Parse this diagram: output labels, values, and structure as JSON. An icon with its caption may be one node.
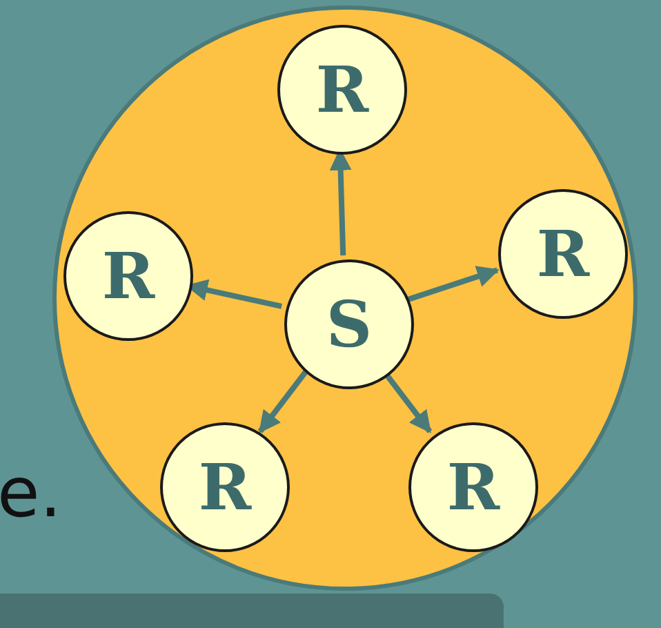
{
  "diagram": {
    "nodes": [
      {
        "text": [],
        "shape": "circle"
      },
      {
        "text": [
          "S"
        ],
        "in": 0
      },
      {
        "text": [
          "R"
        ],
        "in": 0
      },
      {
        "text": [
          "R"
        ],
        "in": 0
      },
      {
        "text": [
          "R"
        ],
        "in": 0
      },
      {
        "text": [
          "R"
        ],
        "in": 0
      },
      {
        "text": [
          "R"
        ],
        "in": 0
      },
      {
        "text": [],
        "shape": "bar"
      }
    ],
    "edges": [
      {
        "from": 1,
        "to": 2,
        "arrow": "to"
      },
      {
        "from": 1,
        "to": 3,
        "arrow": "to"
      },
      {
        "from": 1,
        "to": 4,
        "arrow": "to"
      },
      {
        "from": 1,
        "to": 5,
        "arrow": "to"
      },
      {
        "from": 1,
        "to": 6,
        "arrow": "to"
      }
    ],
    "labels": [
      "e."
    ]
  }
}
